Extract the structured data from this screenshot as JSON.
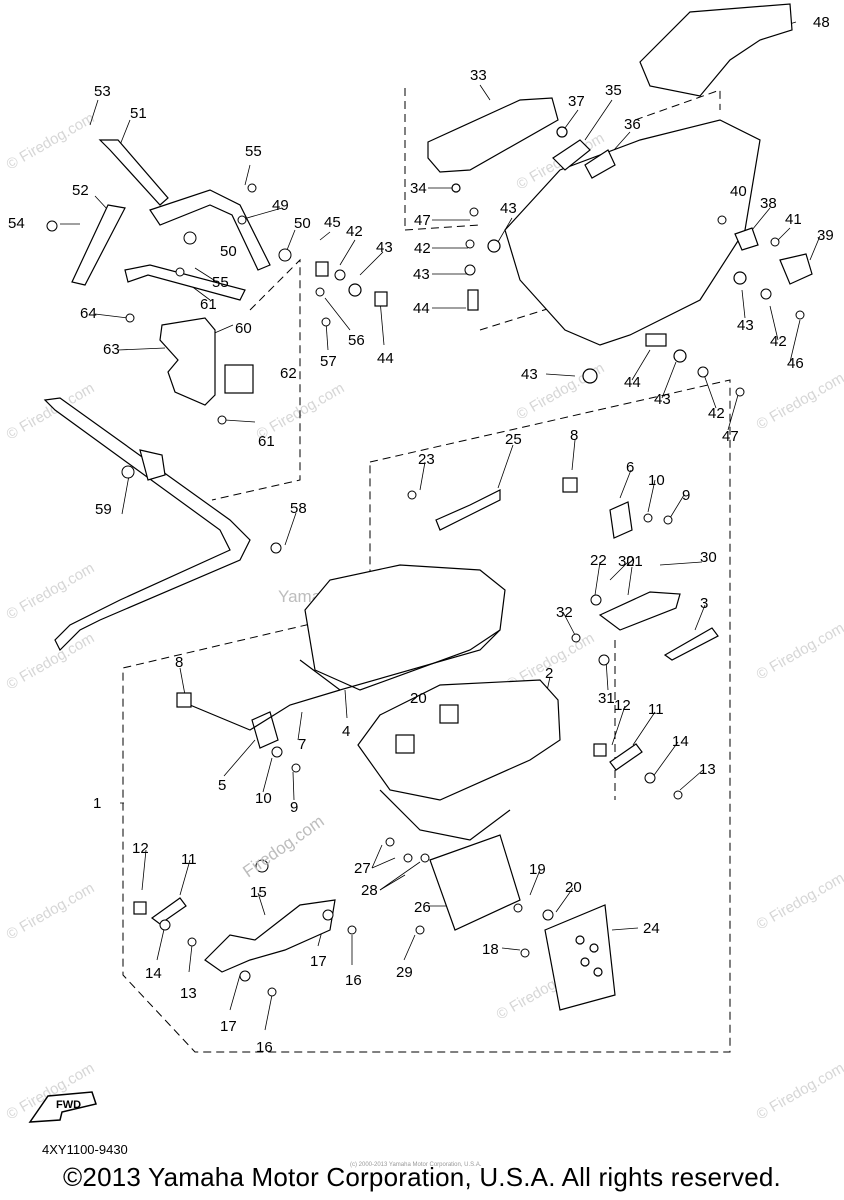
{
  "diagram": {
    "callouts": [
      "1",
      "2",
      "3",
      "4",
      "5",
      "6",
      "7",
      "8",
      "9",
      "10",
      "11",
      "12",
      "13",
      "14",
      "15",
      "16",
      "17",
      "18",
      "19",
      "20",
      "21",
      "22",
      "23",
      "24",
      "25",
      "26",
      "27",
      "28",
      "29",
      "30",
      "31",
      "32",
      "33",
      "34",
      "35",
      "36",
      "37",
      "38",
      "39",
      "40",
      "41",
      "42",
      "43",
      "44",
      "45",
      "46",
      "47",
      "48",
      "49",
      "50",
      "51",
      "52",
      "53",
      "54",
      "55",
      "56",
      "57",
      "58",
      "59",
      "60",
      "61",
      "62",
      "63",
      "64"
    ],
    "watermark_main": "Yamaha Motor Corp. U.S.A.",
    "watermark_site": "© Firedog.com",
    "watermark_rotated": "Firedog.com",
    "fwd_label": "FWD"
  },
  "footer": {
    "part_code": "4XY1100-9430",
    "copyright": "©2013 Yamaha Motor Corporation, U.S.A. All rights reserved.",
    "fine_print": "(c) 2000-2013 Yamaha Motor Corporation, U.S.A."
  }
}
